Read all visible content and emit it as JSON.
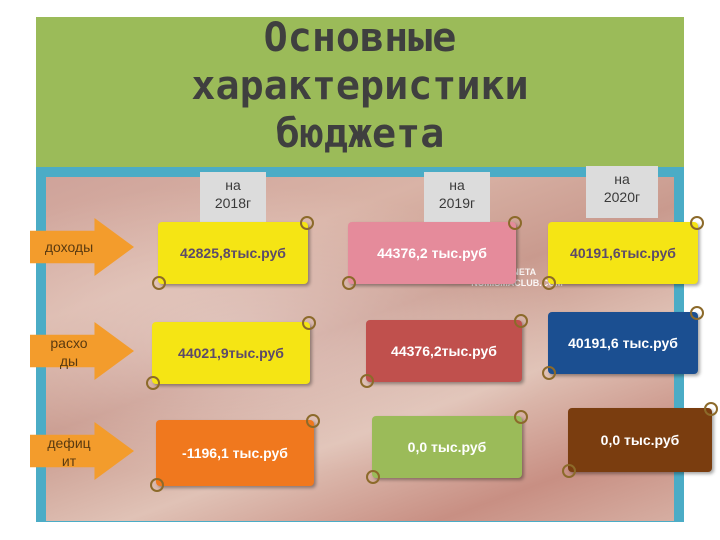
{
  "title": "Основные\nхарактеристики\nбюджета",
  "watermark": "MONETA\nNUMISMACLUB.COM",
  "years": [
    "на\n2018г",
    "на\n2019г",
    "на\n2020г"
  ],
  "rows": [
    {
      "label": "доходы",
      "values": [
        "42825,8тыс.руб",
        "44376,2 тыс.руб",
        "40191,6тыс.руб"
      ]
    },
    {
      "label": "расхо\nды",
      "values": [
        "44021,9тыс.руб",
        "44376,2тыс.руб",
        "40191,6 тыс.руб"
      ]
    },
    {
      "label": "дефиц\nит",
      "values": [
        "-1196,1 тыс.руб",
        "0,0 тыс.руб",
        "0,0 тыс.руб"
      ]
    }
  ],
  "colors": {
    "title_bg": "#9bbb59",
    "frame": "#4bacc6",
    "arrow": "#f39c2c",
    "yellow": "#f5e514",
    "pink": "#e58b9b",
    "red": "#c0504d",
    "blue": "#1b4f91",
    "orange": "#f0781e",
    "green": "#9bbb59",
    "brown": "#7a3d0f"
  }
}
